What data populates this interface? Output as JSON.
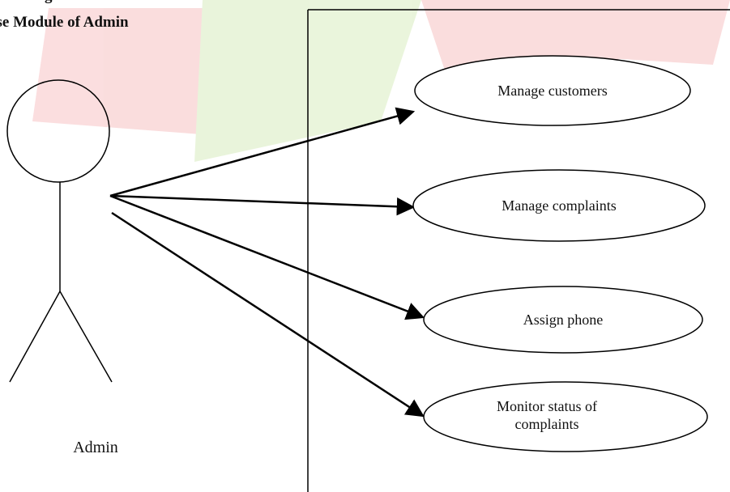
{
  "title_fragment": "g",
  "title": "ase Module of Admin",
  "actor": {
    "name": "Admin"
  },
  "use_cases": [
    {
      "label": "Manage customers"
    },
    {
      "label": "Manage complaints"
    },
    {
      "label": "Assign phone"
    },
    {
      "label": "Monitor status of complaints"
    }
  ],
  "colors": {
    "watermark_red": "#e8474b",
    "watermark_green": "#8cc63f",
    "ink": "#000000"
  }
}
